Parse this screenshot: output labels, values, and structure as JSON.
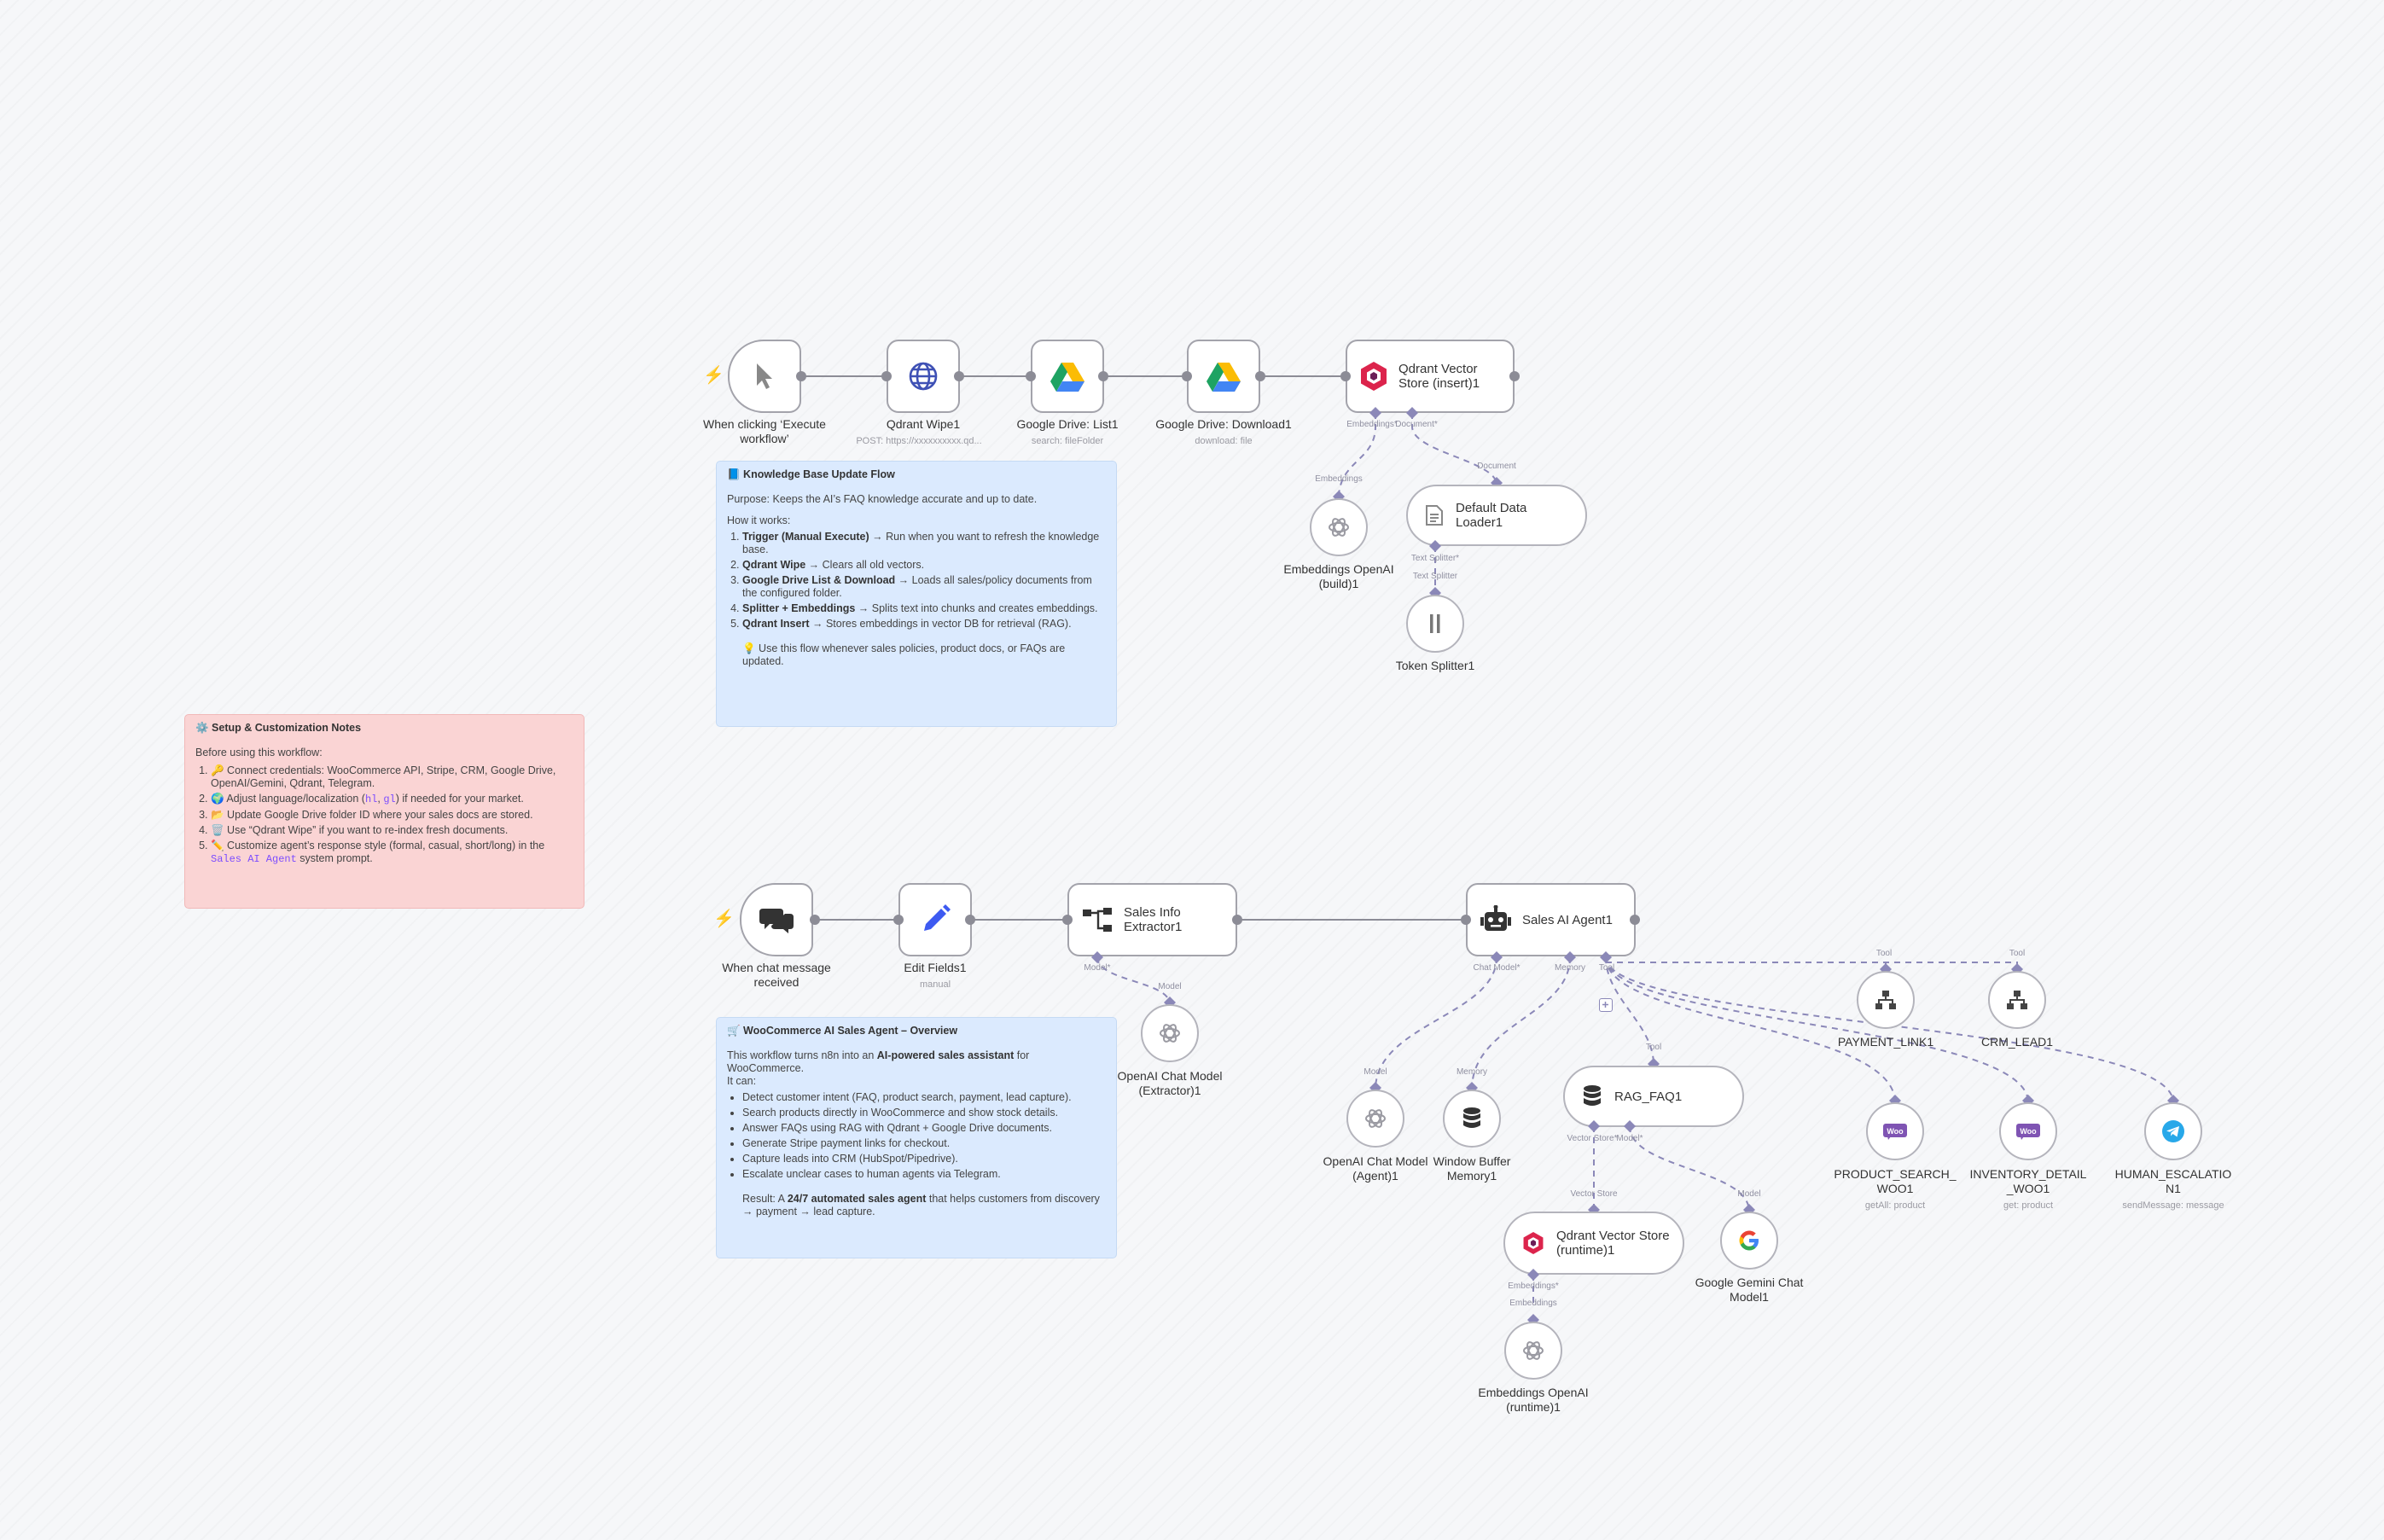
{
  "colors": {
    "canvas": "#f6f7f9",
    "wire": "#8c8c96",
    "sub_wire": "#8b88b8",
    "trigger": "#ff6d5a",
    "accent": "#7c4dff"
  },
  "nodes": {
    "manual_trigger": {
      "label": "When clicking ‘Execute workflow’",
      "icon": "cursor-icon"
    },
    "qdrant_wipe": {
      "label": "Qdrant Wipe1",
      "sublabel": "POST: https://xxxxxxxxxx.qd...",
      "icon": "globe-icon"
    },
    "gdrive_list": {
      "label": "Google Drive: List1",
      "sublabel": "search: fileFolder",
      "icon": "google-drive-icon"
    },
    "gdrive_download": {
      "label": "Google Drive: Download1",
      "sublabel": "download: file",
      "icon": "google-drive-icon"
    },
    "qdrant_insert": {
      "title": "Qdrant Vector\nStore (insert)1",
      "icon": "qdrant-icon"
    },
    "embeddings_build": {
      "label": "Embeddings OpenAI\n(build)1",
      "icon": "openai-icon"
    },
    "default_loader": {
      "title": "Default Data\nLoader1",
      "icon": "document-icon"
    },
    "token_splitter": {
      "label": "Token Splitter1",
      "icon": "splitter-icon"
    },
    "chat_trigger": {
      "label": "When chat message\nreceived",
      "icon": "chat-icon"
    },
    "edit_fields": {
      "label": "Edit Fields1",
      "sublabel": "manual",
      "icon": "pencil-icon"
    },
    "sales_extractor": {
      "title": "Sales Info\nExtractor1",
      "icon": "extractor-icon"
    },
    "sales_agent": {
      "title": "Sales AI Agent1",
      "icon": "robot-icon"
    },
    "openai_extractor": {
      "label": "OpenAI Chat Model\n(Extractor)1",
      "icon": "openai-icon"
    },
    "openai_agent": {
      "label": "OpenAI Chat Model\n(Agent)1",
      "icon": "openai-icon"
    },
    "memory": {
      "label": "Window Buffer\nMemory1",
      "icon": "database-icon"
    },
    "rag_faq": {
      "title": "RAG_FAQ1",
      "icon": "database-icon"
    },
    "payment_link": {
      "label": "PAYMENT_LINK1",
      "icon": "network-icon"
    },
    "crm_lead": {
      "label": "CRM_LEAD1",
      "icon": "network-icon"
    },
    "product_search": {
      "label": "PRODUCT_SEARCH_\nWOO1",
      "sublabel": "getAll: product",
      "icon": "woo-icon"
    },
    "inventory_detail": {
      "label": "INVENTORY_DETAIL\n_WOO1",
      "sublabel": "get: product",
      "icon": "woo-icon"
    },
    "human_escalation": {
      "label": "HUMAN_ESCALATIO\nN1",
      "sublabel": "sendMessage: message",
      "icon": "telegram-icon"
    },
    "qdrant_runtime": {
      "title": "Qdrant Vector Store\n(runtime)1",
      "icon": "qdrant-icon"
    },
    "gemini": {
      "label": "Google Gemini Chat\nModel1",
      "icon": "google-icon"
    },
    "embeddings_runtime": {
      "label": "Embeddings OpenAI\n(runtime)1",
      "icon": "openai-icon"
    }
  },
  "handles": {
    "insert_embeddings": "Embeddings*",
    "insert_document": "Document*",
    "embeddings_in": "Embeddings",
    "document_in": "Document",
    "loader_splitter": "Text Splitter*",
    "splitter_in": "Text Splitter",
    "extractor_model": "Model*",
    "extractor_model_in": "Model",
    "agent_chat_model": "Chat Model*",
    "agent_memory": "Memory",
    "agent_tool": "Tool",
    "model_in": "Model",
    "memory_in": "Memory",
    "tool_payment": "Tool",
    "tool_crm": "Tool",
    "tool_rag": "Tool",
    "rag_vector_store": "Vector Store*",
    "rag_model": "Model*",
    "vector_store_in": "Vector Store",
    "gemini_model_in": "Model",
    "runtime_embeddings": "Embeddings*",
    "runtime_embeddings_in": "Embeddings"
  },
  "notes": {
    "kb": {
      "title": "📘 Knowledge Base Update Flow",
      "purpose": "Purpose: Keeps the AI’s FAQ knowledge accurate and up to date.",
      "how": "How it works:",
      "steps": [
        {
          "b": "Trigger (Manual Execute)",
          "t": " → Run when you want to refresh the knowledge base."
        },
        {
          "b": "Qdrant Wipe",
          "t": " → Clears all old vectors."
        },
        {
          "b": "Google Drive List & Download",
          "t": " → Loads all sales/policy documents from the configured folder."
        },
        {
          "b": "Splitter + Embeddings",
          "t": " → Splits text into chunks and creates embeddings."
        },
        {
          "b": "Qdrant Insert",
          "t": " → Stores embeddings in vector DB for retrieval (RAG)."
        }
      ],
      "tip": "💡 Use this flow whenever sales policies, product docs, or FAQs are updated."
    },
    "setup": {
      "title": "⚙️ Setup & Customization Notes",
      "intro": "Before using this workflow:",
      "i1": "🔑 Connect credentials: WooCommerce API, Stripe, CRM, Google Drive, OpenAI/Gemini, Qdrant, Telegram.",
      "i2a": "🌍 Adjust language/localization (",
      "i2c1": "hl",
      "i2sep": ", ",
      "i2c2": "gl",
      "i2b": ") if needed for your market.",
      "i3": "📂 Update Google Drive folder ID where your sales docs are stored.",
      "i4": "🗑️ Use “Qdrant Wipe” if you want to re-index fresh documents.",
      "i5a": "✏️ Customize agent’s response style (formal, casual, short/long) in the ",
      "i5code": "Sales AI Agent",
      "i5b": " system prompt."
    },
    "woo": {
      "title": "🛒 WooCommerce AI Sales Agent – Overview",
      "p1a": "This workflow turns n8n into an ",
      "p1b": "AI-powered sales assistant",
      "p1c": " for WooCommerce.",
      "p1d": "It can:",
      "bullets": [
        "Detect customer intent (FAQ, product search, payment, lead capture).",
        "Search products directly in WooCommerce and show stock details.",
        "Answer FAQs using RAG with Qdrant + Google Drive documents.",
        "Generate Stripe payment links for checkout.",
        "Capture leads into CRM (HubSpot/Pipedrive).",
        "Escalate unclear cases to human agents via Telegram."
      ],
      "resa": "Result: A ",
      "resb": "24/7 automated sales agent",
      "resc": " that helps customers from discovery → payment → lead capture."
    }
  }
}
